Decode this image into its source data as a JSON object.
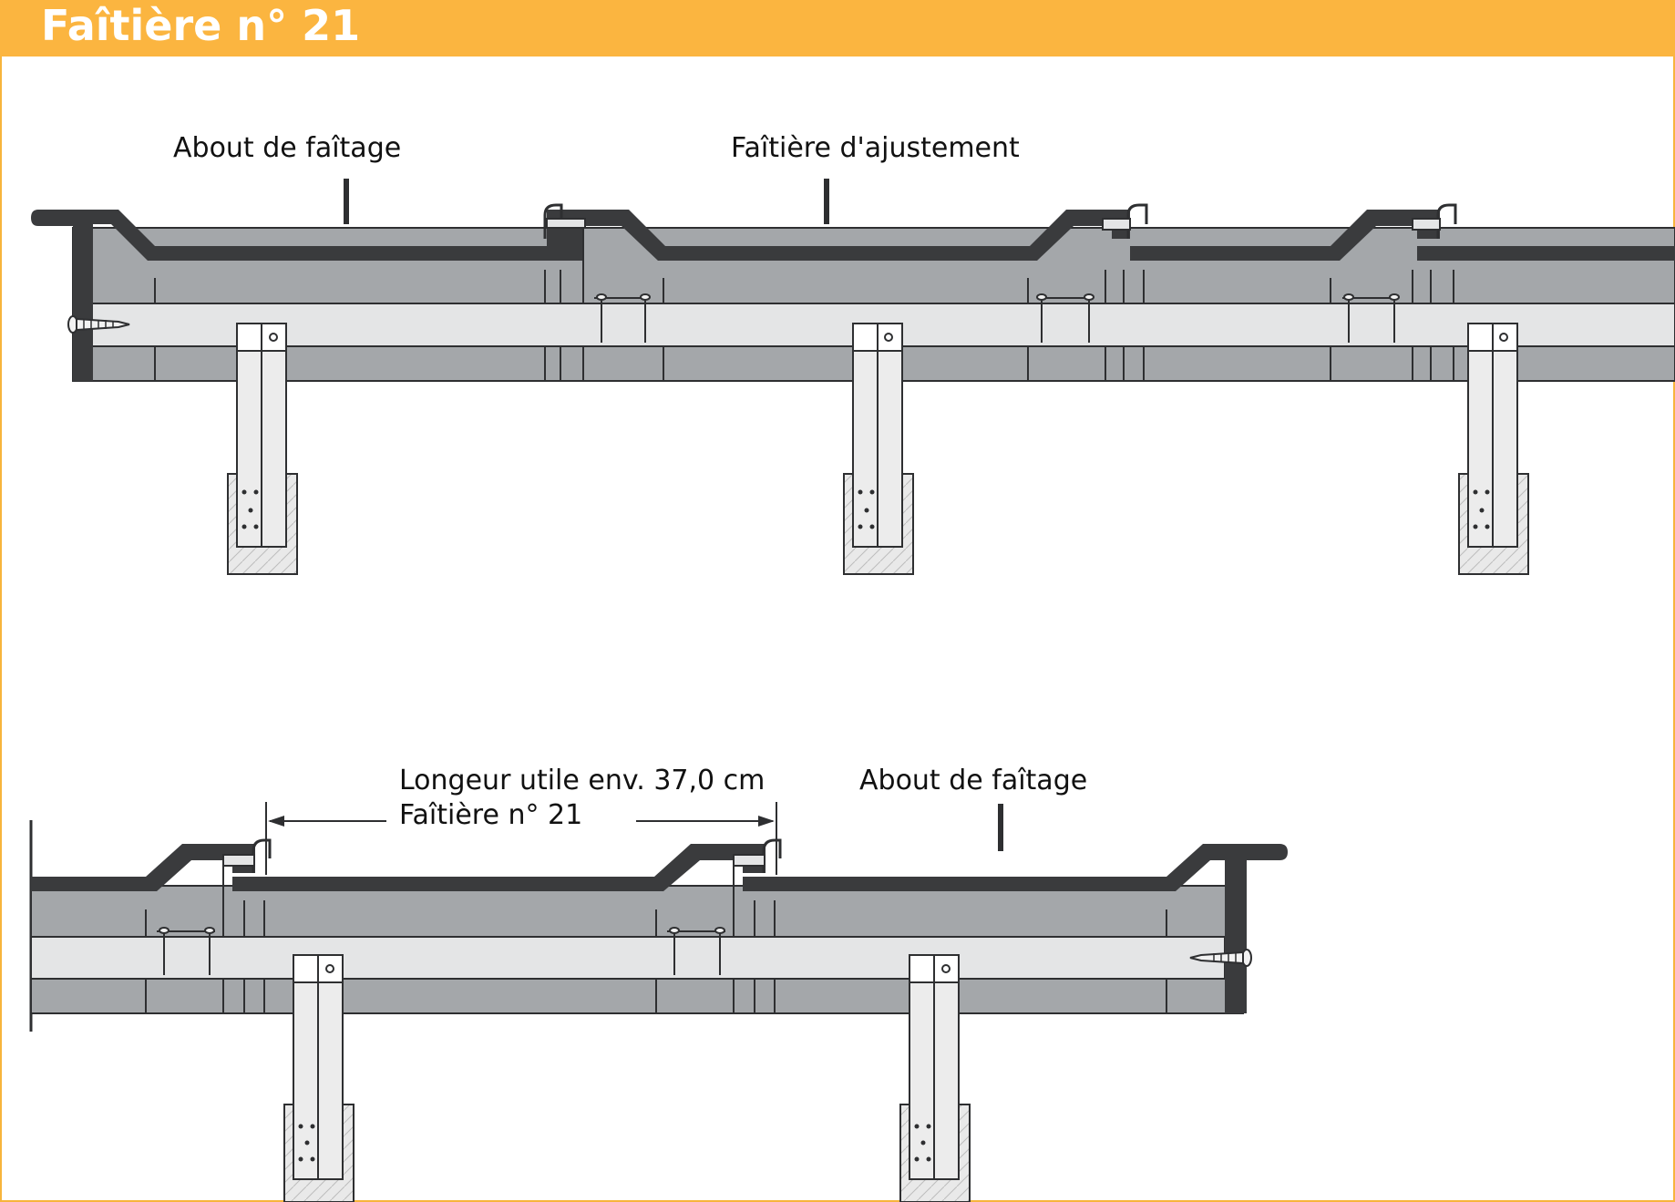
{
  "header": {
    "title": "Faîtière n° 21",
    "color": "#FBB540"
  },
  "labels": {
    "about_top": "About de faîtage",
    "ajustement": "Faîtière d'ajustement",
    "longueur": "Longeur utile env. 37,0 cm",
    "faitiere_21": "Faîtière n° 21",
    "about_bottom": "About de faîtage"
  },
  "colors": {
    "tile": "#3A3B3D",
    "body": "#A4A7AA",
    "batten": "#E4E5E6",
    "post": "#E8E8E8",
    "stroke": "#2E2F31"
  }
}
